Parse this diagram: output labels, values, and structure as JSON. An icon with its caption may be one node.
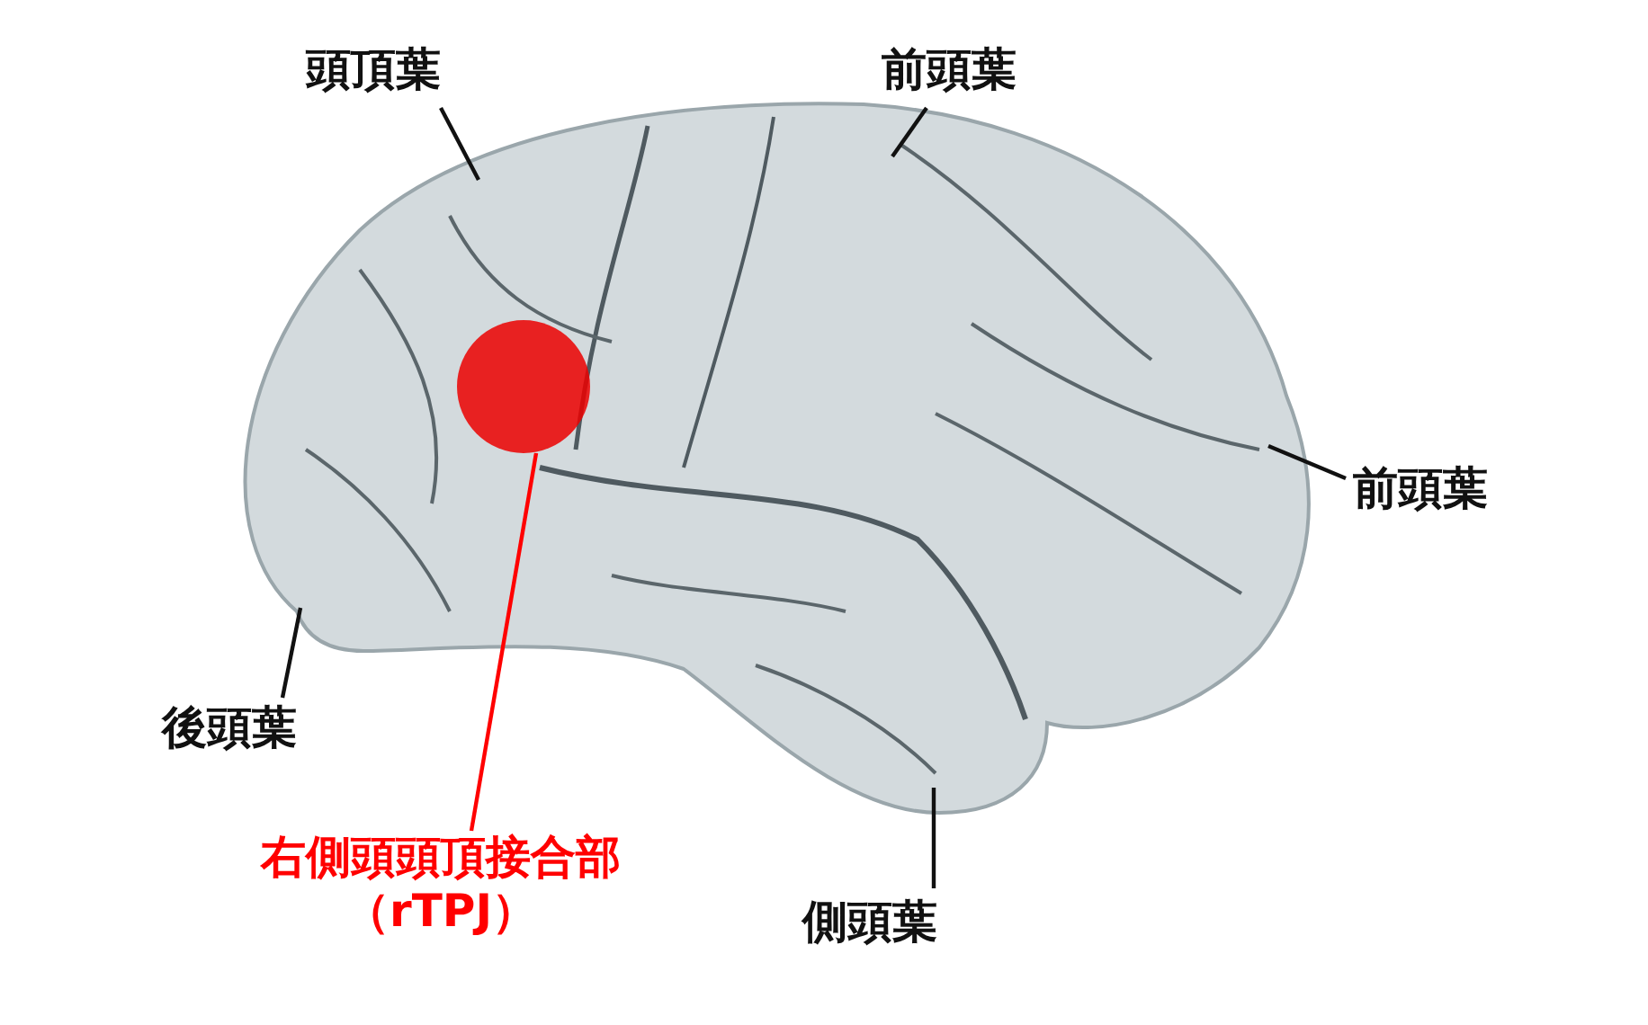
{
  "diagram": {
    "nodes": [
      {
        "text": [
          "頭頂葉"
        ]
      },
      {
        "text": [
          "前頭葉"
        ]
      },
      {
        "text": [
          "前頭葉"
        ]
      },
      {
        "text": [
          "後頭葉"
        ]
      },
      {
        "text": [
          "側頭葉"
        ]
      },
      {
        "text": [
          "右側頭頭頂接合部",
          "（rTPJ）"
        ]
      },
      {
        "text": [],
        "shape": "circle"
      }
    ],
    "edges": [
      {
        "from": 0,
        "to": null,
        "arrow": "none"
      },
      {
        "from": 1,
        "to": null,
        "arrow": "none"
      },
      {
        "from": 2,
        "to": null,
        "arrow": "none"
      },
      {
        "from": 3,
        "to": null,
        "arrow": "none"
      },
      {
        "from": 4,
        "to": null,
        "arrow": "none"
      },
      {
        "from": 5,
        "to": 6,
        "arrow": "none",
        "color": "#ff0000"
      }
    ]
  }
}
